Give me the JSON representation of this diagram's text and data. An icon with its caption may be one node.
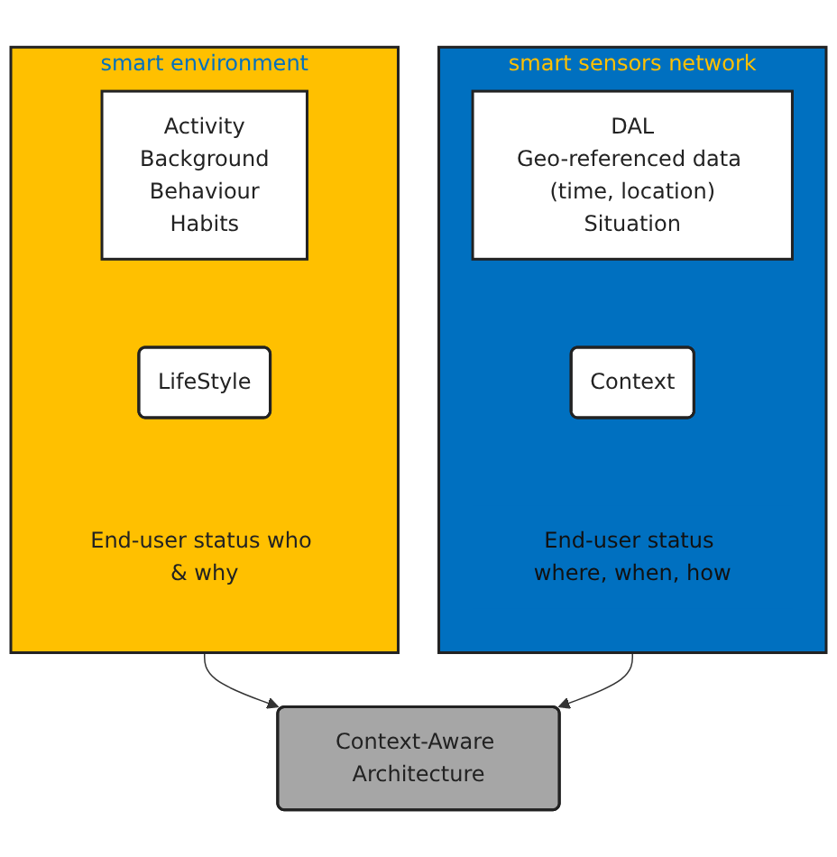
{
  "diagram": {
    "nodes": [
      {
        "text": [
          "smart environment",
          "End-user status who & why"
        ]
      },
      {
        "text": [
          "Activity",
          "Background",
          "Behaviour",
          "Habits"
        ],
        "in": 0
      },
      {
        "text": [
          "LifeStyle"
        ],
        "in": 0
      },
      {
        "text": [
          "smart sensors network",
          "End-user status where, when, how"
        ]
      },
      {
        "text": [
          "DAL",
          "Geo-referenced data (time, location)",
          "Situation"
        ],
        "in": 3
      },
      {
        "text": [
          "Context"
        ],
        "in": 3
      },
      {
        "text": [
          "Context-Aware Architecture"
        ]
      }
    ],
    "edges": [
      {
        "from": 0,
        "to": 6,
        "arrow": "to"
      },
      {
        "from": 3,
        "to": 6,
        "arrow": "to"
      }
    ]
  }
}
